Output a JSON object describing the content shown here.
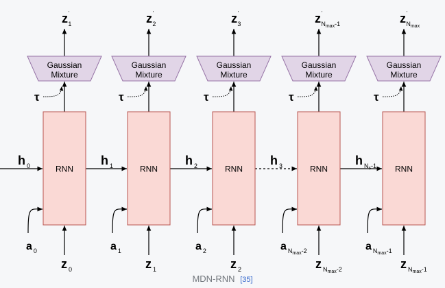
{
  "nodes": [
    {
      "rnn": "RNN",
      "gmm_line1": "Gaussian",
      "gmm_line2": "Mixture",
      "tau": "τ",
      "out_base": "z",
      "out_prime": "'",
      "out_sub": "1",
      "in_z_base": "z",
      "in_z_sub": "0",
      "in_a_base": "a",
      "in_a_sub": "0"
    },
    {
      "rnn": "RNN",
      "gmm_line1": "Gaussian",
      "gmm_line2": "Mixture",
      "tau": "τ",
      "out_base": "z",
      "out_prime": "'",
      "out_sub": "2",
      "in_z_base": "z",
      "in_z_sub": "1",
      "in_a_base": "a",
      "in_a_sub": "1"
    },
    {
      "rnn": "RNN",
      "gmm_line1": "Gaussian",
      "gmm_line2": "Mixture",
      "tau": "τ",
      "out_base": "z",
      "out_prime": "'",
      "out_sub": "3",
      "in_z_base": "z",
      "in_z_sub": "2",
      "in_a_base": "a",
      "in_a_sub": "2"
    },
    {
      "rnn": "RNN",
      "gmm_line1": "Gaussian",
      "gmm_line2": "Mixture",
      "tau": "τ",
      "out_base": "z",
      "out_prime": "'",
      "out_sub": "N",
      "out_subsub": "max",
      "out_subtail": "-1",
      "in_z_base": "z",
      "in_z_sub": "N",
      "in_z_subsub": "max",
      "in_z_subtail": "-2",
      "in_a_base": "a",
      "in_a_sub": "N",
      "in_a_subsub": "max",
      "in_a_subtail": "-2"
    },
    {
      "rnn": "RNN",
      "gmm_line1": "Gaussian",
      "gmm_line2": "Mixture",
      "tau": "τ",
      "out_base": "z",
      "out_prime": "'",
      "out_sub": "N",
      "out_subsub": "max",
      "out_subtail": "",
      "in_z_base": "z",
      "in_z_sub": "N",
      "in_z_subsub": "max",
      "in_z_subtail": "-1",
      "in_a_base": "a",
      "in_a_sub": "N",
      "in_a_subsub": "max",
      "in_a_subtail": "-1"
    }
  ],
  "hidden": [
    {
      "base": "h",
      "sub": "0"
    },
    {
      "base": "h",
      "sub": "1"
    },
    {
      "base": "h",
      "sub": "2"
    },
    {
      "base": "h",
      "sub": "3"
    },
    {
      "base": "h",
      "sub": "N",
      "subsub": "s",
      "subtail": "-1"
    }
  ],
  "caption": {
    "text": "MDN-RNN",
    "ref": "[35]"
  },
  "colors": {
    "rnn_fill": "#fad9d5",
    "rnn_stroke": "#b85450",
    "gmm_fill": "#e1d5e7",
    "gmm_stroke": "#9673a6",
    "line": "#000000",
    "bg": "#f6f7f9"
  }
}
